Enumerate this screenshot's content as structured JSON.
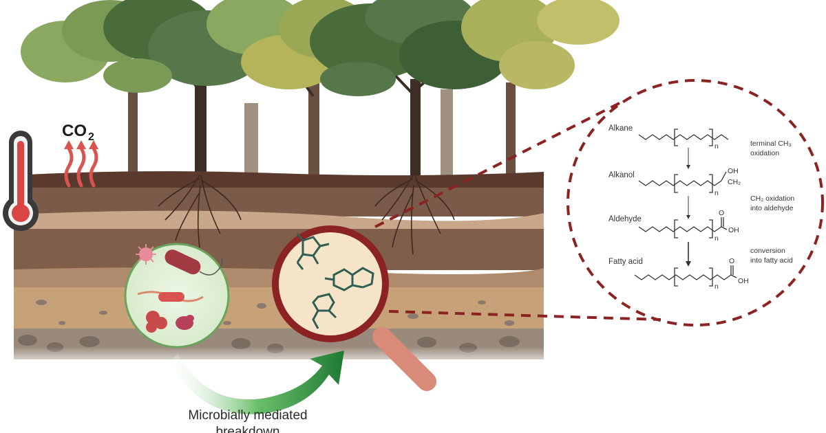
{
  "co2": {
    "main": "CO",
    "subscript": "2"
  },
  "caption": {
    "line1": "Microbially mediated",
    "line2": "breakdown"
  },
  "pathway": {
    "steps": [
      {
        "label": "Alkane",
        "end_group": "",
        "note_line1": "terminal CH₃",
        "note_line2": "oxidation"
      },
      {
        "label": "Alkanol",
        "end_group": "OH",
        "end_group2": "CH₂",
        "note_line1": "CH₂ oxidation",
        "note_line2": "into aldehyde"
      },
      {
        "label": "Aldehyde",
        "end_group": "OH",
        "note_line1": "conversion",
        "note_line2": "into fatty acid"
      },
      {
        "label": "Fatty acid",
        "end_group": "OH",
        "note_line1": "",
        "note_line2": ""
      }
    ],
    "repeat_subscript": "n",
    "carbonyl_oxygen": "O"
  },
  "colors": {
    "soil_top": "#5a3a2c",
    "soil_mid": "#7a5a48",
    "soil_light": "#c9a78a",
    "soil_sand": "#c7a178",
    "zoom_ring": "#8b2323",
    "arrow_green": "#2e8b3e",
    "leaves_dark": "#4a6b3a",
    "leaves_light": "#8aa860",
    "thermo_red": "#d94545"
  }
}
